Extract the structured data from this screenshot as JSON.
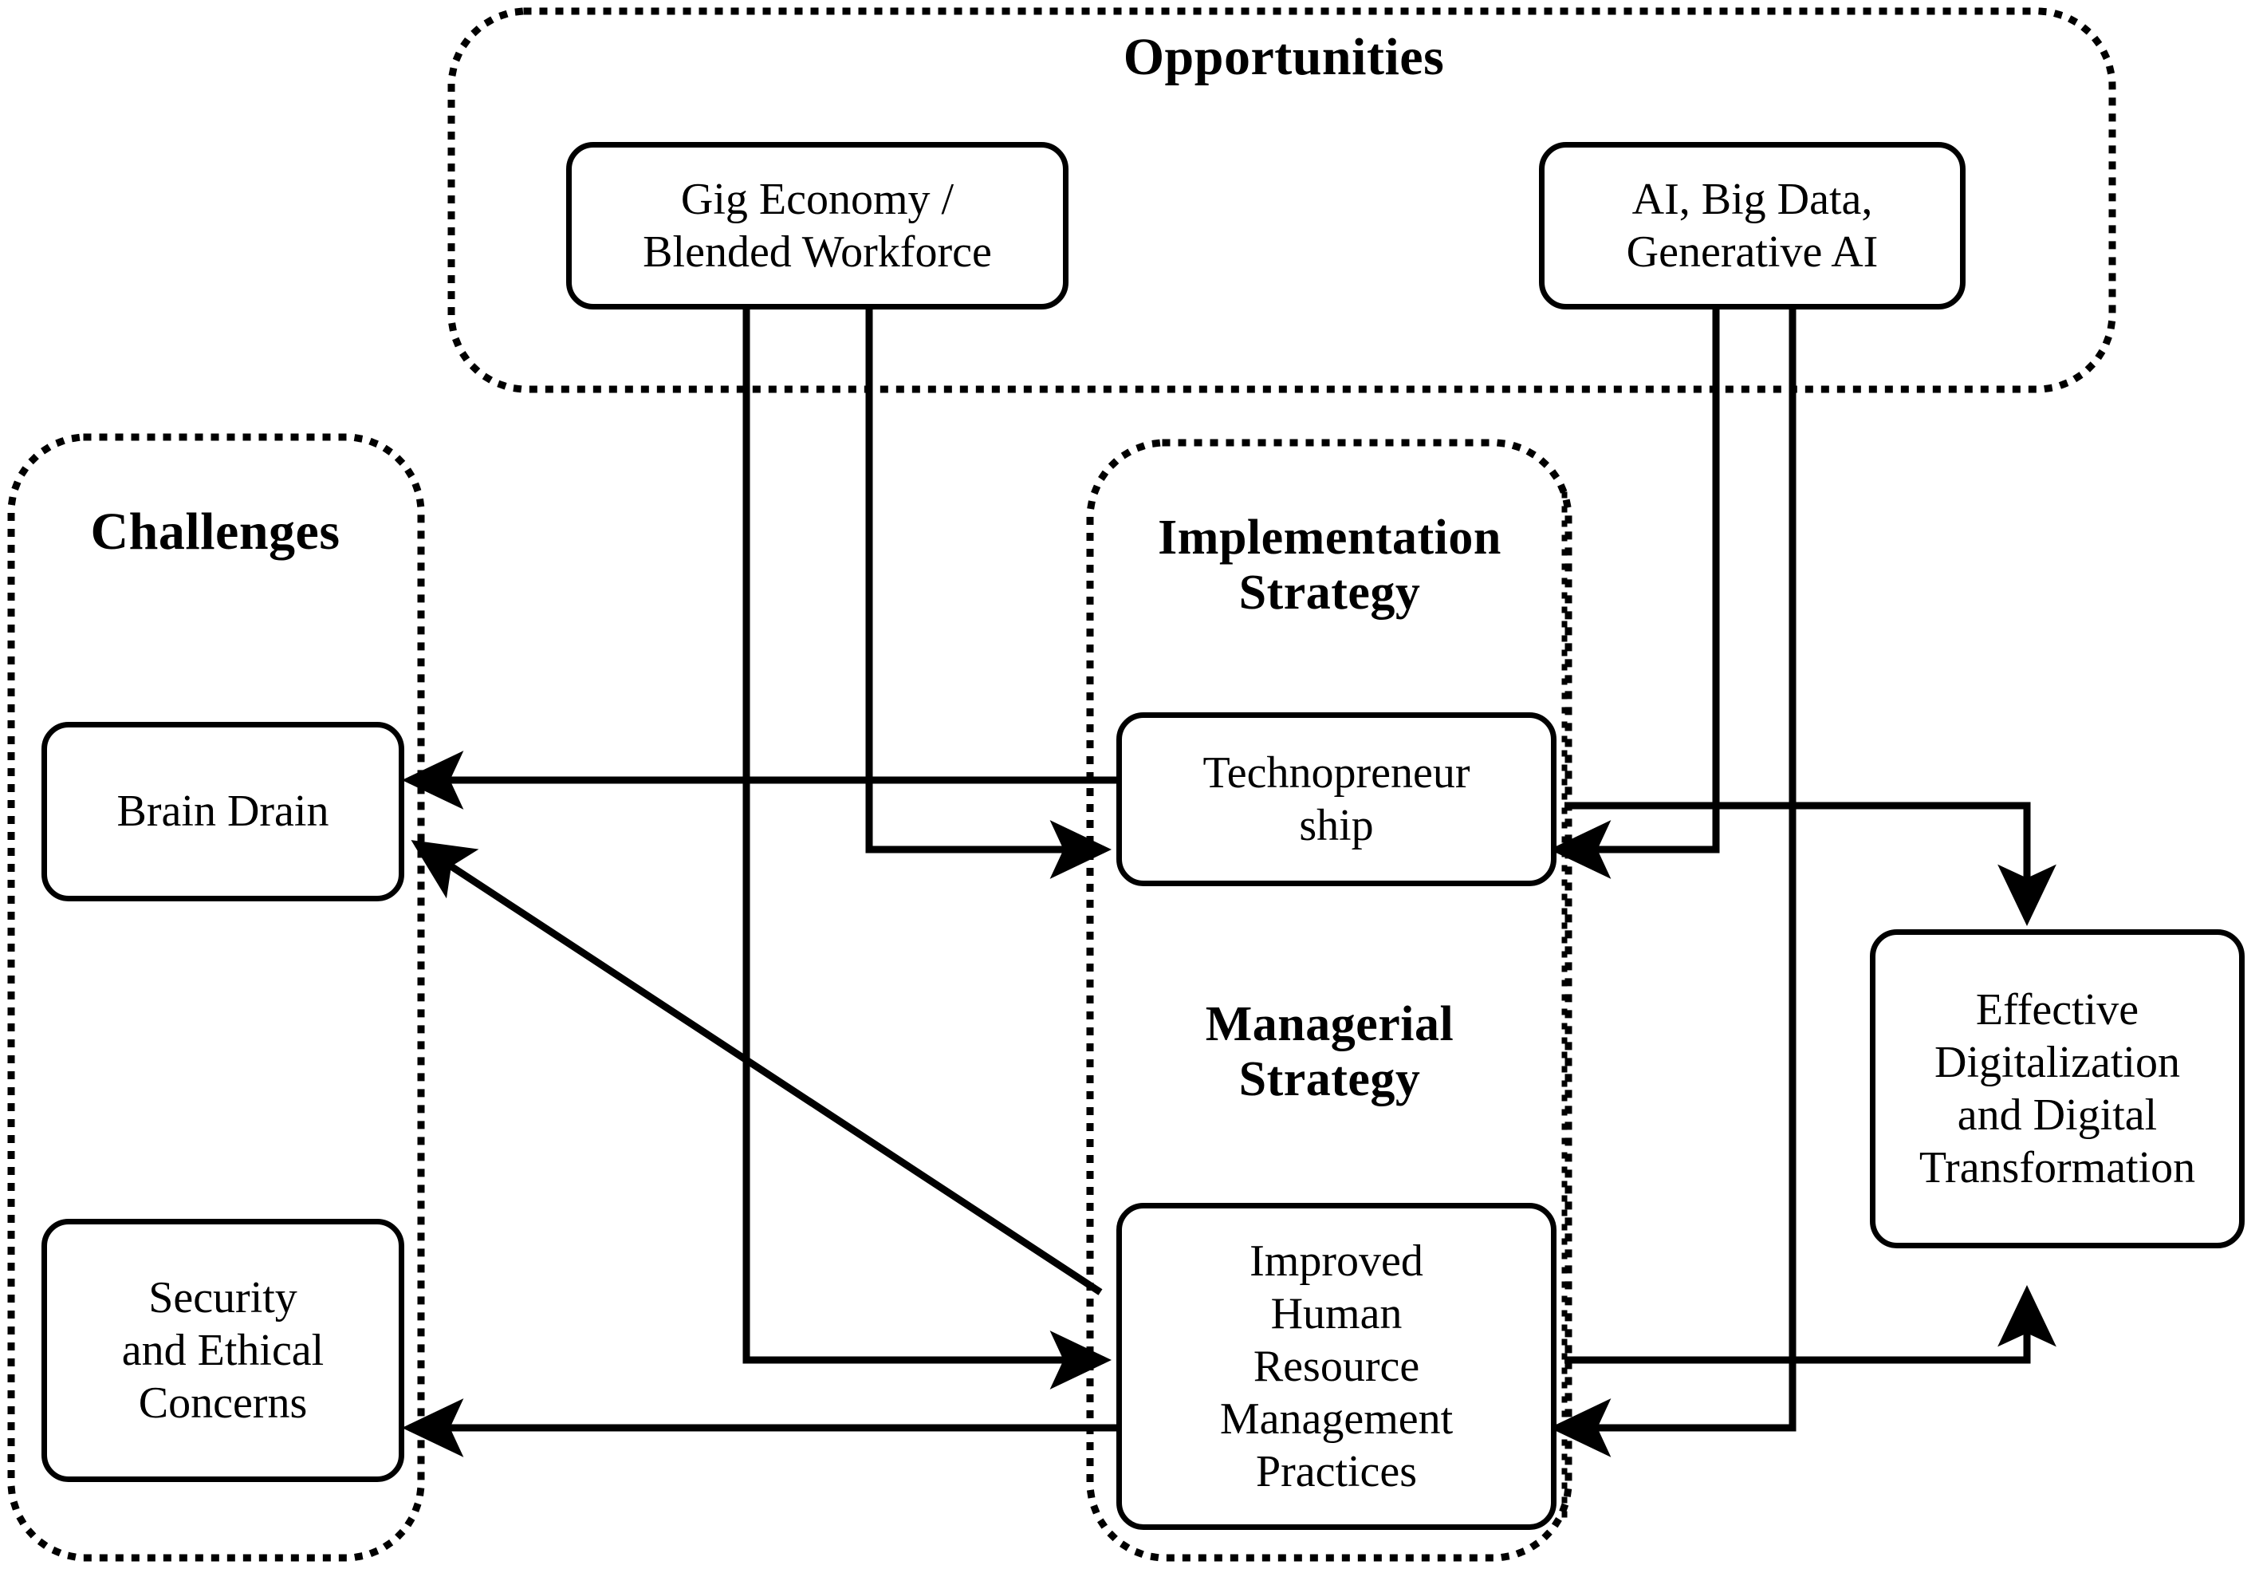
{
  "diagram": {
    "type": "concept-framework-diagram",
    "background_color": "#ffffff",
    "line_color": "#000000",
    "groups": [
      {
        "id": "opportunities",
        "title": "Opportunities",
        "border_style": "dotted"
      },
      {
        "id": "challenges",
        "title": "Challenges",
        "border_style": "dotted"
      },
      {
        "id": "implementation",
        "title": "Implementation\nStrategy",
        "border_style": "dotted"
      },
      {
        "id": "managerial",
        "title": "Managerial\nStrategy",
        "border_style": "dotted"
      }
    ],
    "nodes": [
      {
        "id": "gig",
        "label": "Gig Economy /\nBlended Workforce",
        "group": "opportunities"
      },
      {
        "id": "ai",
        "label": "AI, Big Data,\nGenerative AI",
        "group": "opportunities"
      },
      {
        "id": "brain-drain",
        "label": "Brain Drain",
        "group": "challenges"
      },
      {
        "id": "security",
        "label": "Security\nand Ethical\nConcerns",
        "group": "challenges"
      },
      {
        "id": "techno",
        "label": "Technopreneur\nship",
        "group": "implementation"
      },
      {
        "id": "hrm",
        "label": "Improved\nHuman\nResource\nManagement\nPractices",
        "group": "managerial"
      },
      {
        "id": "digital",
        "label": "Effective\nDigitalization\nand Digital\nTransformation",
        "group": "none"
      }
    ],
    "edges": [
      {
        "from": "gig",
        "to": "techno",
        "style": "orthogonal",
        "arrow": "end"
      },
      {
        "from": "gig",
        "to": "hrm",
        "style": "orthogonal",
        "arrow": "end"
      },
      {
        "from": "ai",
        "to": "techno",
        "style": "orthogonal",
        "arrow": "end"
      },
      {
        "from": "ai",
        "to": "hrm",
        "style": "orthogonal",
        "arrow": "end"
      },
      {
        "from": "techno",
        "to": "brain-drain",
        "style": "straight",
        "arrow": "end"
      },
      {
        "from": "techno",
        "to": "digital",
        "style": "orthogonal",
        "arrow": "end"
      },
      {
        "from": "hrm",
        "to": "brain-drain",
        "style": "diagonal",
        "arrow": "end"
      },
      {
        "from": "hrm",
        "to": "security",
        "style": "straight",
        "arrow": "end"
      },
      {
        "from": "hrm",
        "to": "digital",
        "style": "orthogonal",
        "arrow": "end"
      }
    ]
  }
}
